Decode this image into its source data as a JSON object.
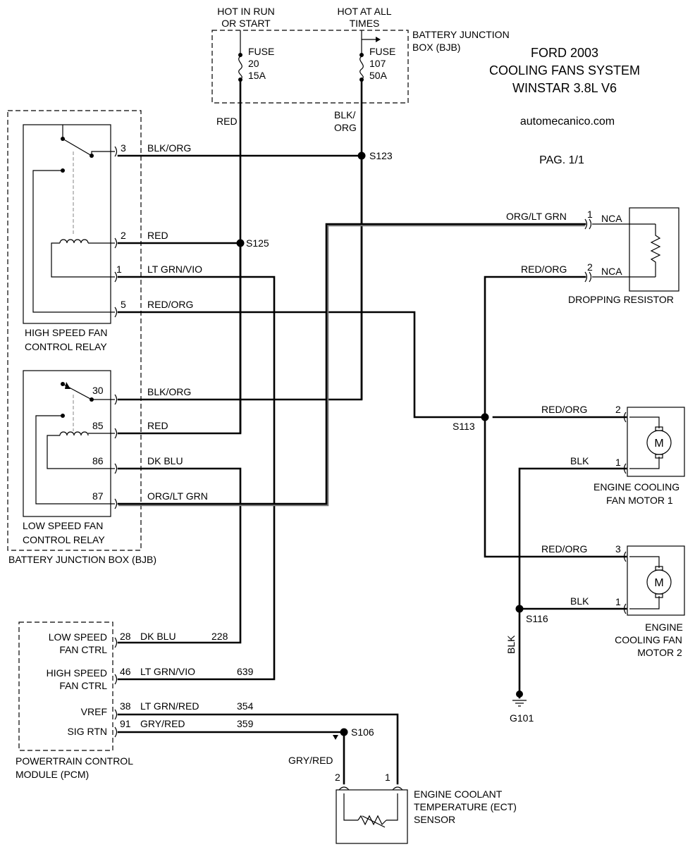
{
  "title": {
    "line1": "FORD 2003",
    "line2": "COOLING FANS SYSTEM",
    "line3": "WINSTAR 3.8L V6",
    "website": "automecanico.com",
    "page": "PAG. 1/1"
  },
  "power": {
    "hot_run_1": "HOT IN RUN",
    "hot_run_2": "OR START",
    "hot_all_1": "HOT AT ALL",
    "hot_all_2": "TIMES",
    "bjb_1": "BATTERY JUNCTION",
    "bjb_2": "BOX (BJB)",
    "fuse20": {
      "label": "FUSE",
      "num": "20",
      "amp": "15A"
    },
    "fuse107": {
      "label": "FUSE",
      "num": "107",
      "amp": "50A"
    }
  },
  "relay_box_label": "BATTERY JUNCTION BOX (BJB)",
  "high_relay": {
    "name1": "HIGH SPEED FAN",
    "name2": "CONTROL RELAY",
    "pins": [
      "3",
      "2",
      "1",
      "5"
    ]
  },
  "low_relay": {
    "name1": "LOW SPEED FAN",
    "name2": "CONTROL RELAY",
    "pins": [
      "30",
      "85",
      "86",
      "87"
    ]
  },
  "wires": {
    "red_fuse": "RED",
    "blk_org_1": "BLK/",
    "blk_org_2": "ORG",
    "w_hs3": "BLK/ORG",
    "w_hs2": "RED",
    "w_hs1": "LT GRN/VIO",
    "w_hs5": "RED/ORG",
    "w_ls30": "BLK/ORG",
    "w_ls85": "RED",
    "w_ls86": "DK BLU",
    "w_ls87": "ORG/LT GRN",
    "w_res1": "ORG/LT GRN",
    "w_res2": "RED/ORG",
    "w_m1_2": "RED/ORG",
    "w_m1_1": "BLK",
    "w_m2_3": "RED/ORG",
    "w_m2_1": "BLK",
    "w_gnd": "BLK",
    "w_ect": "GRY/RED"
  },
  "splices": [
    "S123",
    "S125",
    "S113",
    "S116",
    "S106"
  ],
  "resistor": {
    "pin1": "1",
    "pin2": "2",
    "nca1": "NCA",
    "nca2": "NCA",
    "label": "DROPPING RESISTOR"
  },
  "motor1": {
    "pin2": "2",
    "pin1": "1",
    "symbol": "M",
    "label1": "ENGINE COOLING",
    "label2": "FAN MOTOR 1"
  },
  "motor2": {
    "pin3": "3",
    "pin1": "1",
    "symbol": "M",
    "label1": "ENGINE",
    "label2": "COOLING FAN",
    "label3": "MOTOR 2"
  },
  "ground": "G101",
  "pcm": {
    "rows": [
      {
        "name1": "LOW SPEED",
        "name2": "FAN CTRL",
        "pin": "28",
        "color": "DK BLU",
        "circuit": "228"
      },
      {
        "name1": "HIGH SPEED",
        "name2": "FAN CTRL",
        "pin": "46",
        "color": "LT GRN/VIO",
        "circuit": "639"
      },
      {
        "name1": "VREF",
        "pin": "38",
        "color": "LT GRN/RED",
        "circuit": "354"
      },
      {
        "name1": "SIG RTN",
        "pin": "91",
        "color": "GRY/RED",
        "circuit": "359"
      }
    ],
    "label1": "POWERTRAIN CONTROL",
    "label2": "MODULE (PCM)"
  },
  "ect": {
    "pin2": "2",
    "pin1": "1",
    "label1": "ENGINE COOLANT",
    "label2": "TEMPERATURE (ECT)",
    "label3": "SENSOR"
  }
}
